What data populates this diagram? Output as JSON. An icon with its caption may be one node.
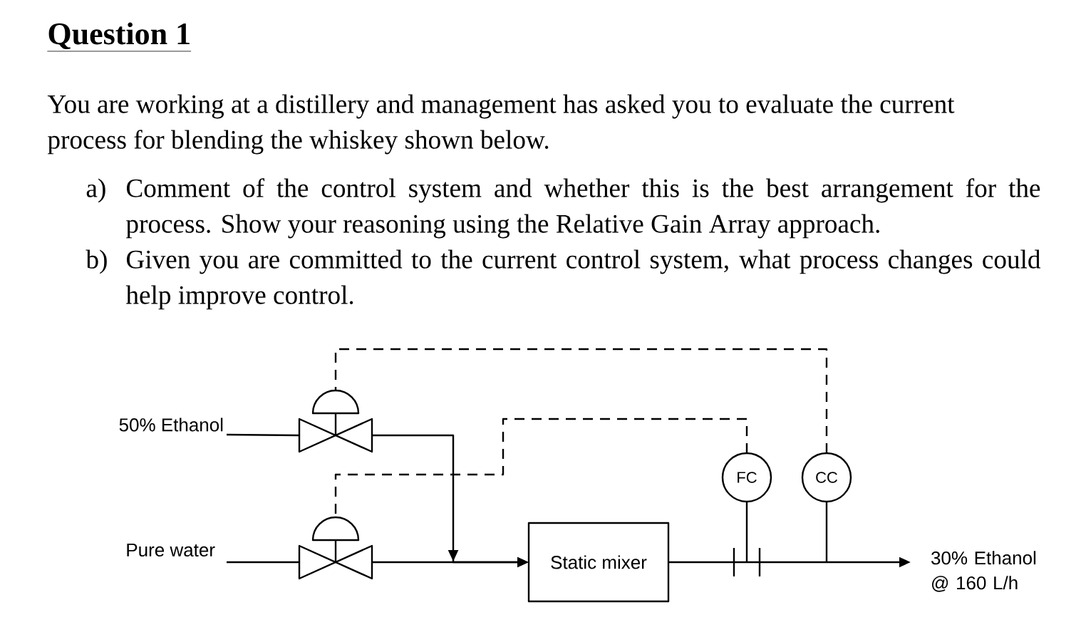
{
  "diagram": {
    "title": "Question 1",
    "nodes": [
      {
        "text": [
          "50% Ethanol"
        ]
      },
      {
        "text": [],
        "shape": "valve"
      },
      {
        "text": [
          "FC"
        ]
      },
      {
        "text": [
          "CC"
        ]
      },
      {
        "text": [
          "Pure water"
        ]
      },
      {
        "text": [],
        "shape": "valve"
      },
      {
        "text": [
          "Static mixer"
        ]
      },
      {
        "text": [
          "30% Ethanol @ 160 L/h"
        ]
      }
    ],
    "edges": [
      {
        "from": 0,
        "to": 1,
        "arrow": "none"
      },
      {
        "from": 4,
        "to": 5,
        "arrow": "none"
      },
      {
        "from": 1,
        "to": 6,
        "arrow": "to"
      },
      {
        "from": 5,
        "to": 6,
        "arrow": "to"
      },
      {
        "from": 6,
        "to": 7,
        "arrow": "to"
      },
      {
        "from": null,
        "to": 2,
        "arrow": "none"
      },
      {
        "from": null,
        "to": 3,
        "arrow": "none"
      },
      {
        "from": 3,
        "to": 1,
        "arrow": "none",
        "style": "dashed"
      },
      {
        "from": 2,
        "to": 5,
        "arrow": "none",
        "style": "dashed"
      }
    ],
    "labels": [
      "You are working at a distillery and management has asked you to evaluate the current process for blending the whiskey shown below.",
      "a)",
      "Comment of the control system and whether this is the best arrangement for the process. Show your reasoning using the Relative Gain Array approach.",
      "b)",
      "Given you are committed to the current control system, what process changes could help improve control."
    ]
  }
}
